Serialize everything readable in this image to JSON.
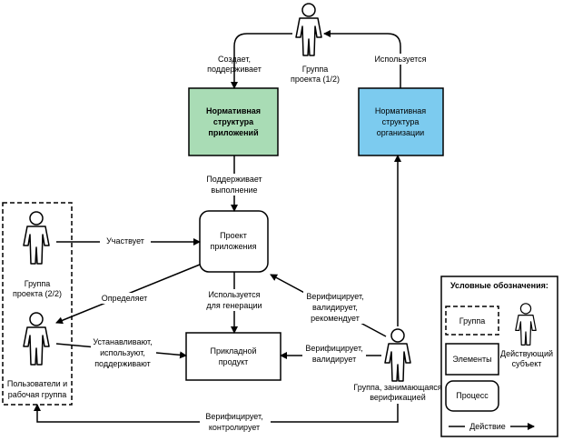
{
  "actors": {
    "group_top_line1": "Группа",
    "group_top_line2": "проекта (1/2)",
    "group_left_line1": "Группа",
    "group_left_line2": "проекта (2/2)",
    "users_line1": "Пользователи и",
    "users_line2": "рабочая группа",
    "verif_line1": "Группа, занимающаяся",
    "verif_line2": "верификацией"
  },
  "boxes": {
    "app_std_line1": "Нормативная",
    "app_std_line2": "структура",
    "app_std_line3": "приложений",
    "org_std_line1": "Нормативная",
    "org_std_line2": "структура",
    "org_std_line3": "организации",
    "project_line1": "Проект",
    "project_line2": "приложения",
    "product_line1": "Прикладной",
    "product_line2": "продукт"
  },
  "edges": {
    "creates_line1": "Создает,",
    "creates_line2": "поддерживает",
    "used_top": "Используется",
    "supports_line1": "Поддерживает",
    "supports_line2": "выполнение",
    "participates": "Участвует",
    "defines": "Определяет",
    "used_gen_line1": "Используется",
    "used_gen_line2": "для генерации",
    "verifies_rec_line1": "Верифицирует,",
    "verifies_rec_line2": "валидирует,",
    "verifies_rec_line3": "рекомендует",
    "install_line1": "Устанавливают,",
    "install_line2": "используют,",
    "install_line3": "поддерживают",
    "verifies_val_line1": "Верифицирует,",
    "verifies_val_line2": "валидирует",
    "verifies_ctrl_line1": "Верифицирует,",
    "verifies_ctrl_line2": "контролирует"
  },
  "legend": {
    "title": "Условные обозначения:",
    "group": "Группа",
    "elements": "Элементы",
    "process": "Процесс",
    "action": "Действие",
    "actor_line1": "Действующий",
    "actor_line2": "субъект"
  },
  "colors": {
    "app_std_fill": "#a9dcb5",
    "org_std_fill": "#7ccbef",
    "line": "#000000"
  }
}
